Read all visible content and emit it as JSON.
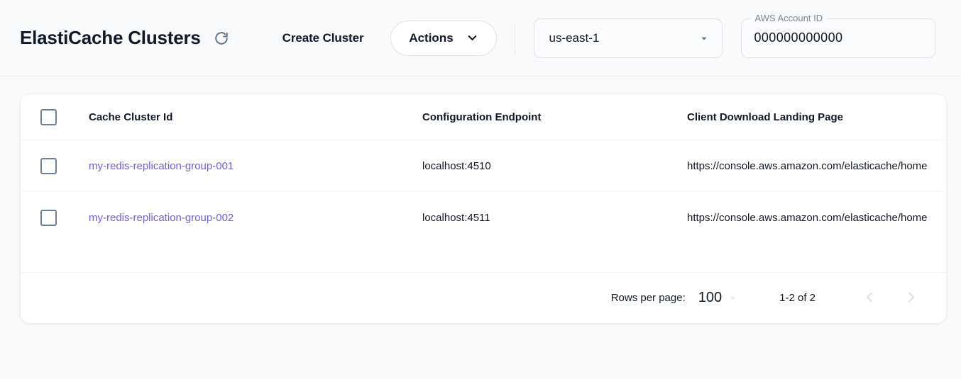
{
  "header": {
    "title": "ElastiCache Clusters",
    "refresh_icon": "refresh-icon",
    "create_cluster_label": "Create Cluster",
    "actions_label": "Actions",
    "actions_icon": "chevron-down-icon",
    "region": {
      "value": "us-east-1",
      "icon": "caret-down-icon"
    },
    "account": {
      "label": "AWS Account ID",
      "value": "000000000000"
    }
  },
  "table": {
    "columns": [
      {
        "key": "select",
        "label": ""
      },
      {
        "key": "cluster_id",
        "label": "Cache Cluster Id"
      },
      {
        "key": "endpoint",
        "label": "Configuration Endpoint"
      },
      {
        "key": "landing_page",
        "label": "Client Download Landing Page"
      }
    ],
    "rows": [
      {
        "cluster_id": "my-redis-replication-group-001",
        "endpoint": "localhost:4510",
        "landing_page": "https://console.aws.amazon.com/elasticache/home"
      },
      {
        "cluster_id": "my-redis-replication-group-002",
        "endpoint": "localhost:4511",
        "landing_page": "https://console.aws.amazon.com/elasticache/home"
      }
    ]
  },
  "pagination": {
    "rows_per_page_label": "Rows per page:",
    "rows_per_page_value": "100",
    "range_label": "1-2 of 2",
    "prev_icon": "chevron-left-icon",
    "next_icon": "chevron-right-icon"
  },
  "colors": {
    "page_background": "#f8fafc",
    "card_background": "#ffffff",
    "link": "#6b63d6",
    "text": "#111827",
    "muted": "#7b8798",
    "checkbox_border": "#6e7f99",
    "divider": "#f1f3f6"
  }
}
